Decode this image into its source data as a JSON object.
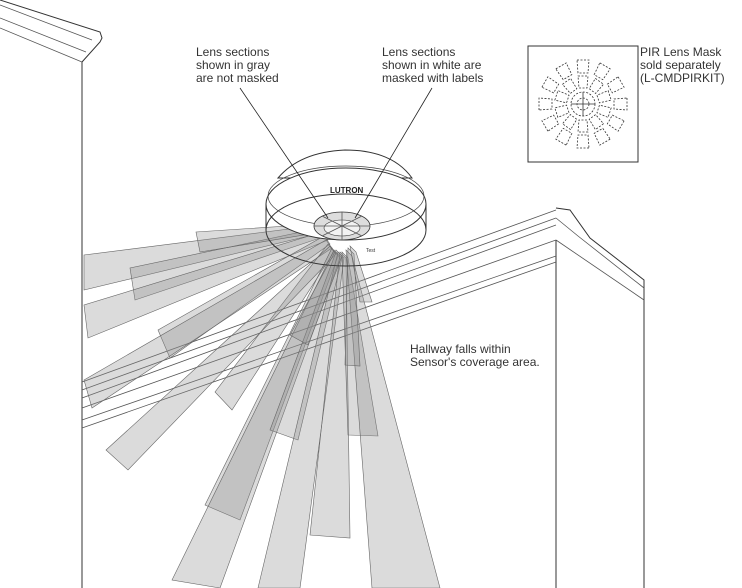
{
  "callouts": {
    "unmasked": "Lens sections\nshown in gray\nare not masked",
    "masked": "Lens sections\nshown in white are\nmasked with labels",
    "mask_kit": "PIR Lens Mask\nsold separately\n(L-CMDPIRKIT)",
    "hallway": "Hallway falls within\nSensor's coverage area."
  },
  "sensor": {
    "brand": "LUTRON",
    "lens_label": "Test"
  },
  "colors": {
    "beam_fill": "#8f8f8f",
    "line": "#333333",
    "background": "#ffffff"
  }
}
